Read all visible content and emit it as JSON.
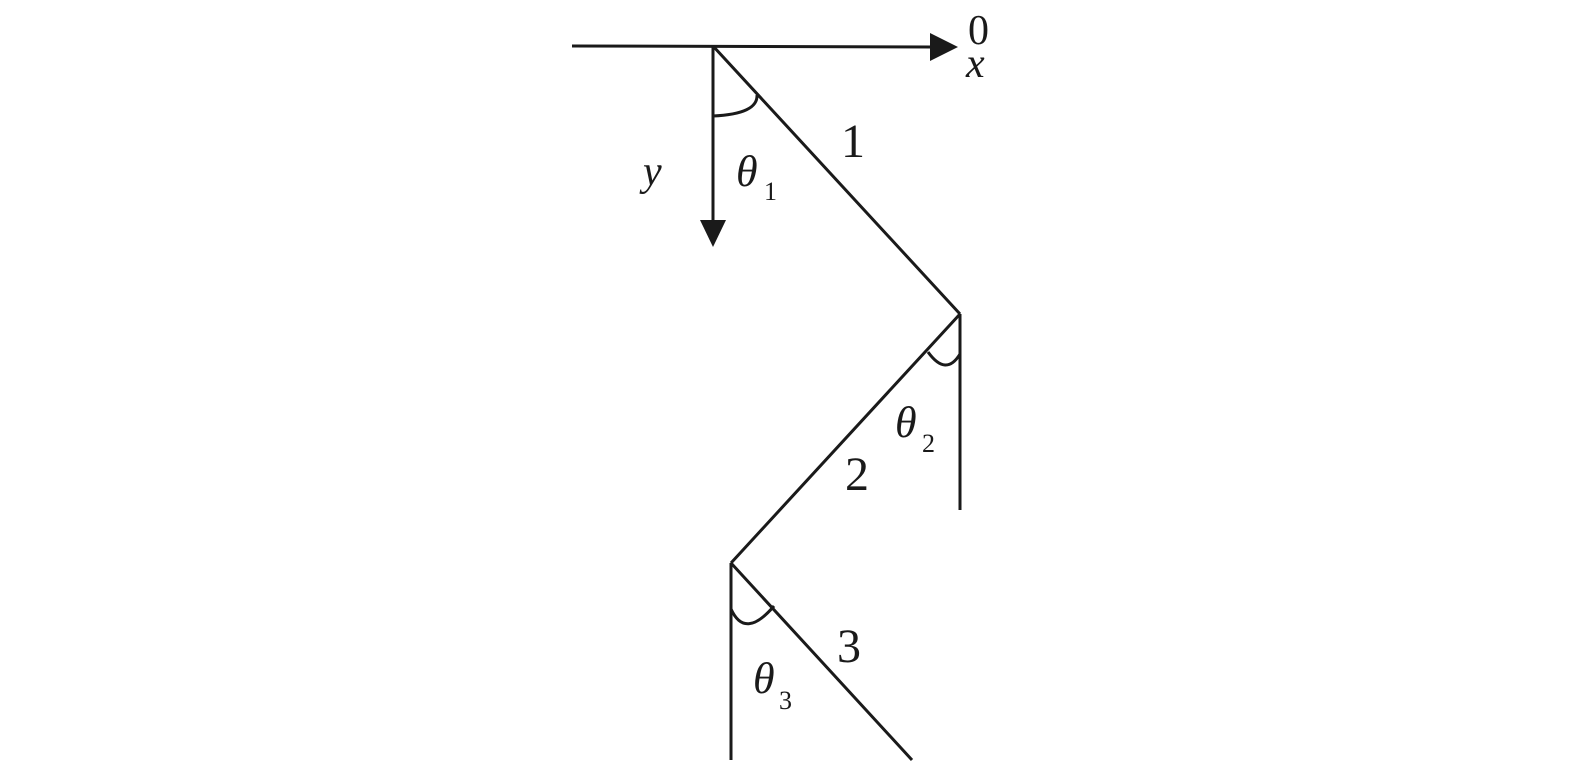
{
  "axes": {
    "x_label": "x",
    "y_label": "y",
    "origin_label": "0"
  },
  "segments": [
    {
      "label": "1"
    },
    {
      "label": "2"
    },
    {
      "label": "3"
    }
  ],
  "angles": [
    {
      "symbol": "θ",
      "subscript": "1"
    },
    {
      "symbol": "θ",
      "subscript": "2"
    },
    {
      "symbol": "θ",
      "subscript": "3"
    }
  ]
}
